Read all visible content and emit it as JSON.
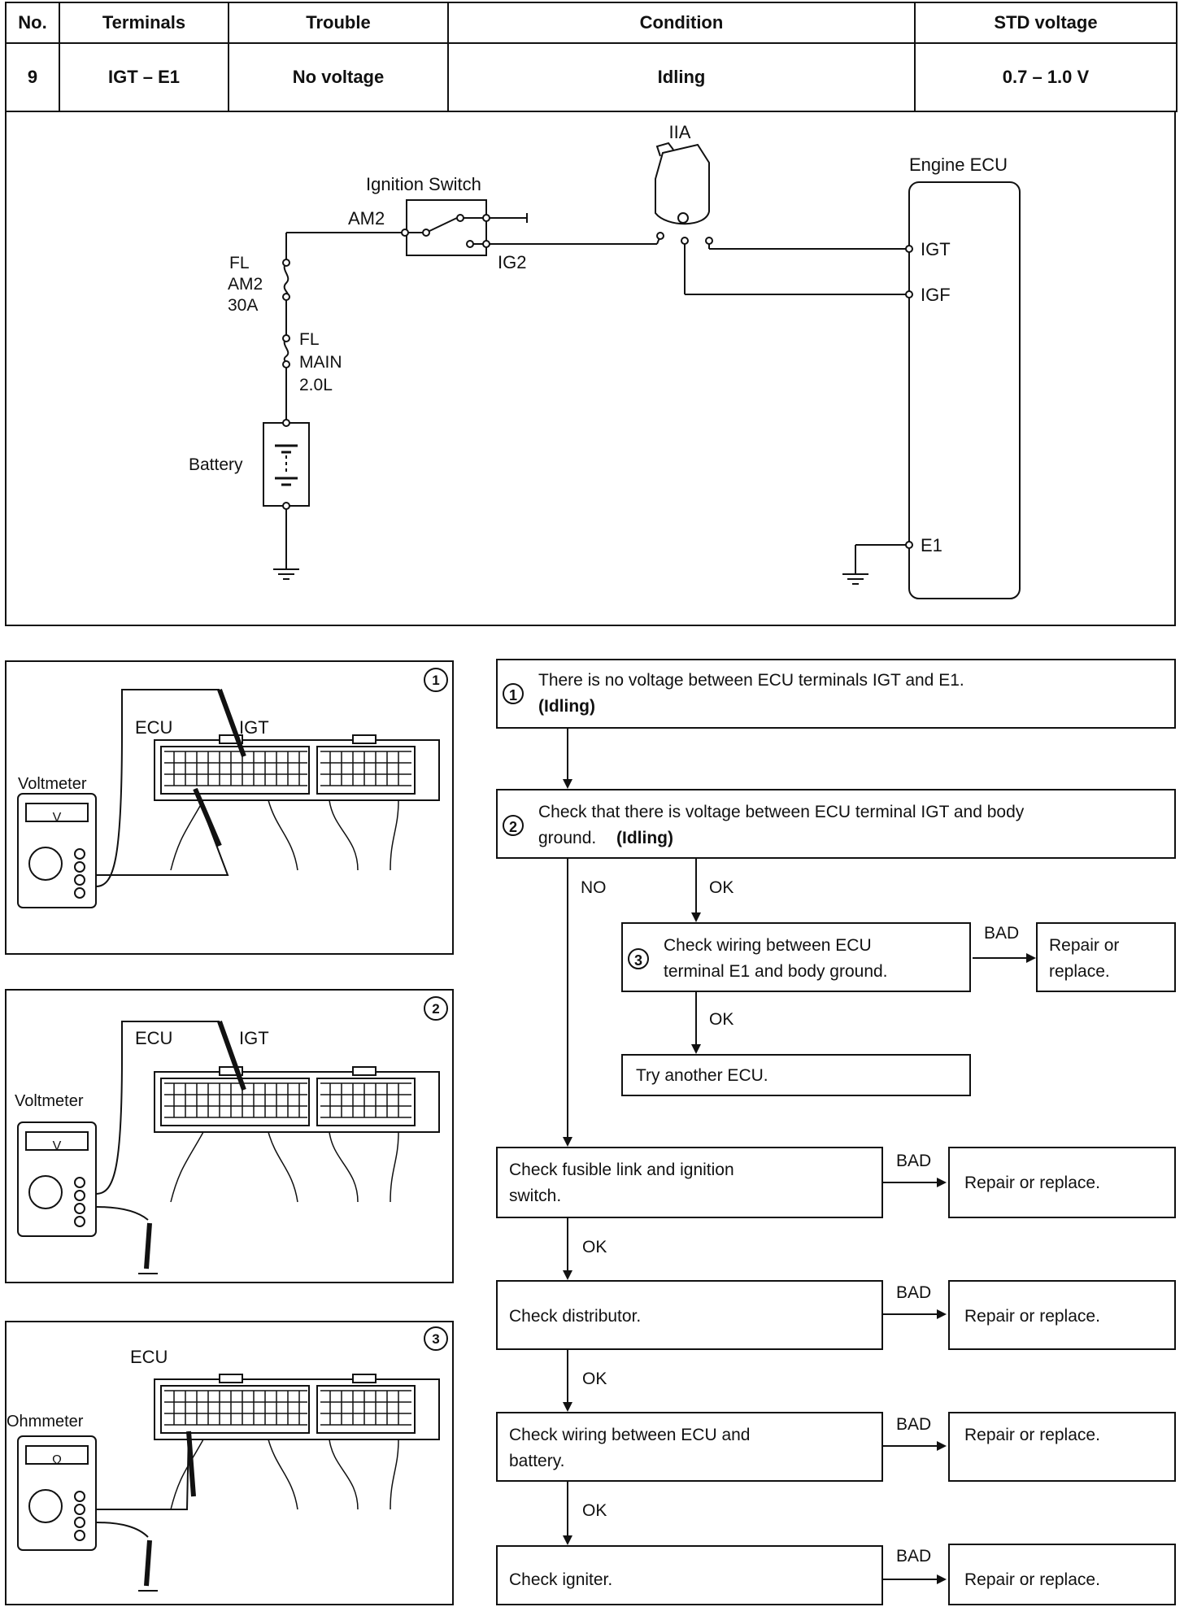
{
  "header": {
    "columns": [
      "No.",
      "Terminals",
      "Trouble",
      "Condition",
      "STD voltage"
    ],
    "row": {
      "no": "9",
      "terminals": "IGT – E1",
      "trouble": "No voltage",
      "condition": "Idling",
      "std_voltage": "0.7 – 1.0 V"
    }
  },
  "circuit": {
    "iia": "IIA",
    "engine_ecu": "Engine ECU",
    "ignition_switch": "Ignition Switch",
    "am2": "AM2",
    "ig2": "IG2",
    "fl1_line1": "FL",
    "fl1_line2": "AM2",
    "fl1_line3": "30A",
    "fl2_line1": "FL",
    "fl2_line2": "MAIN",
    "fl2_line3": "2.0L",
    "battery": "Battery",
    "igt": "IGT",
    "igf": "IGF",
    "e1": "E1"
  },
  "panels": [
    {
      "num": "1",
      "ecu": "ECU",
      "igt": "IGT",
      "meter": "Voltmeter",
      "meter_symbol": "V"
    },
    {
      "num": "2",
      "ecu": "ECU",
      "igt": "IGT",
      "meter": "Voltmeter",
      "meter_symbol": "V"
    },
    {
      "num": "3",
      "ecu": "ECU",
      "meter": "Ohmmeter",
      "meter_symbol": "Ω"
    }
  ],
  "flow": {
    "step1_num": "1",
    "step1_line1": "There is no voltage between ECU terminals IGT and E1.",
    "step1_line2": "(Idling)",
    "step2_num": "2",
    "step2_line1": "Check that there is voltage between ECU terminal IGT and body",
    "step2_line2a": "ground.",
    "step2_line2b": "(Idling)",
    "no_label": "NO",
    "ok1": "OK",
    "step3_num": "3",
    "step3_line1": "Check wiring between ECU",
    "step3_line2": "terminal E1 and body ground.",
    "bad1": "BAD",
    "repair1_line1": "Repair or",
    "repair1_line2": "replace.",
    "ok2": "OK",
    "try_ecu": "Try another ECU.",
    "fusible_line1": "Check fusible link and ignition",
    "fusible_line2": "switch.",
    "bad2": "BAD",
    "repair2": "Repair or replace.",
    "ok3": "OK",
    "distributor": "Check distributor.",
    "bad3": "BAD",
    "repair3": "Repair or replace.",
    "ok4": "OK",
    "wiring_line1": "Check wiring between ECU and",
    "wiring_line2": "battery.",
    "bad4": "BAD",
    "repair4": "Repair or replace.",
    "ok5": "OK",
    "igniter": "Check igniter.",
    "bad5": "BAD",
    "repair5": "Repair or replace."
  }
}
